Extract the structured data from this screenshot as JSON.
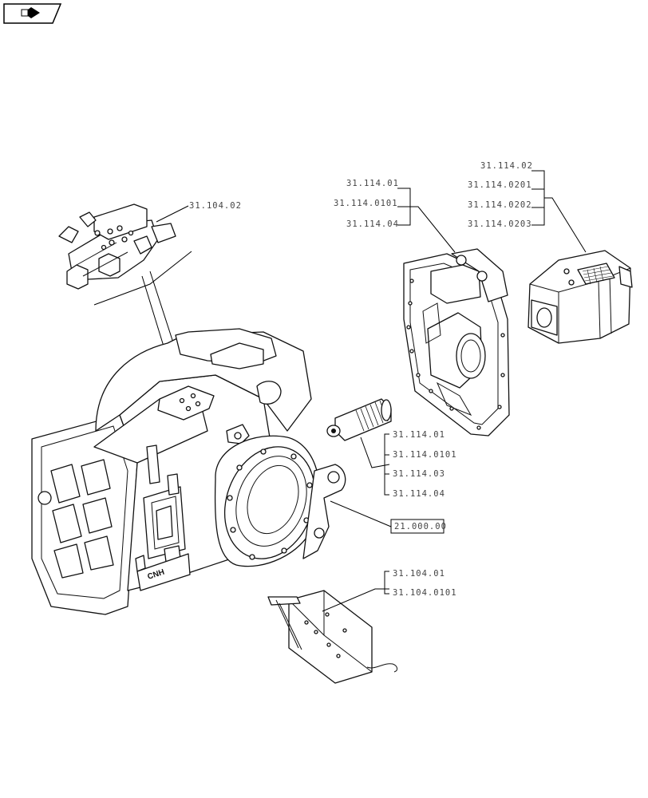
{
  "nav_icon": "next-page-arrow-icon",
  "refs": {
    "valve_top": "31.104.02",
    "housing_a": "31.114.01",
    "housing_b": "31.114.0101",
    "housing_c": "31.114.04",
    "cover_a": "31.114.02",
    "cover_b": "31.114.0201",
    "cover_c": "31.114.0202",
    "cover_d": "31.114.0203",
    "shaft_a": "31.114.01",
    "shaft_b": "31.114.0101",
    "shaft_c": "31.114.03",
    "shaft_d": "31.114.04",
    "main_box": "21.000.00",
    "plate_a": "31.104.01",
    "plate_b": "31.104.0101"
  },
  "brand_mark": "CNH"
}
